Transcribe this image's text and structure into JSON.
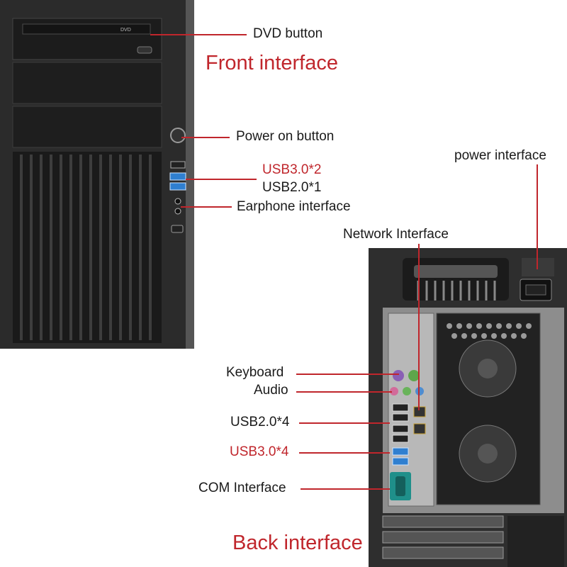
{
  "front": {
    "title": "Front interface",
    "labels": {
      "dvd_button": "DVD button",
      "power_on_button": "Power on button",
      "usb30": "USB3.0*2",
      "usb20": "USB2.0*1",
      "earphone": "Earphone interface"
    }
  },
  "back": {
    "title": "Back interface",
    "labels": {
      "power_interface": "power interface",
      "network_interface": "Network Interface",
      "keyboard": "Keyboard",
      "audio": "Audio",
      "usb20": "USB2.0*4",
      "usb30": "USB3.0*4",
      "com": "COM Interface"
    }
  },
  "colors": {
    "accent_red": "#c0262c",
    "case_dark": "#2a2a2a",
    "usb3_blue": "#2f7fd0",
    "keyboard_purple": "#8a5fb5",
    "mouse_green": "#5ea64b",
    "com_teal": "#1f8f8a"
  }
}
